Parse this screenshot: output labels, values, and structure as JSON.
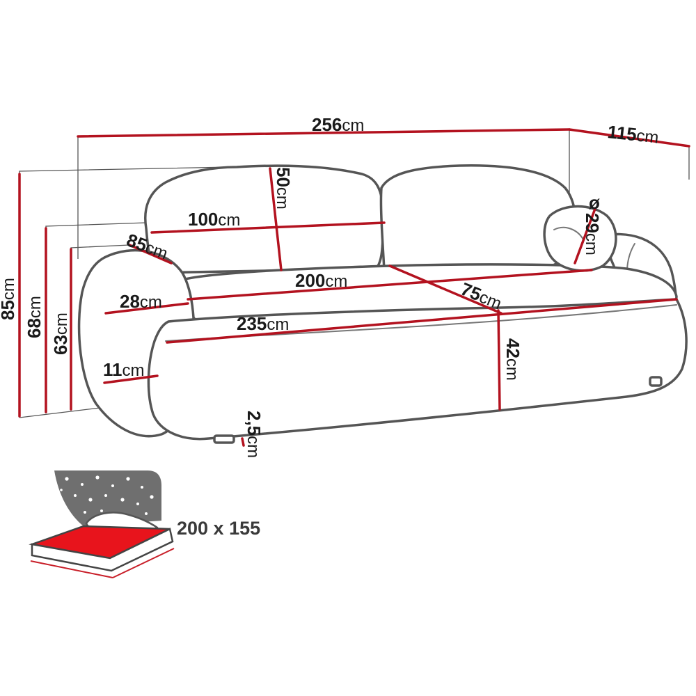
{
  "unit": "cm",
  "dimensions": {
    "overall_length": "256",
    "overall_depth": "115",
    "back_height": "85",
    "armrest_height": "68",
    "armrest_inner_height": "63",
    "armrest_diag": "85",
    "armrest_width": "28",
    "armrest_lower": "11",
    "cushion_height": "50",
    "cushion_width": "100",
    "seat_width": "200",
    "seat_depth": "75",
    "front_length": "235",
    "seat_height": "42",
    "leg_height": "2,5",
    "pillow_diameter_symbol": "ø",
    "pillow_diameter": "29"
  },
  "sleeping_area": "200 x 155",
  "colors": {
    "dimension_line": "#b3121f",
    "mattress": "#e8141c",
    "night_sky": "#6f6f6f",
    "outline": "#555555"
  },
  "icons": [
    "sofa-drawing",
    "bed-function-icon"
  ]
}
